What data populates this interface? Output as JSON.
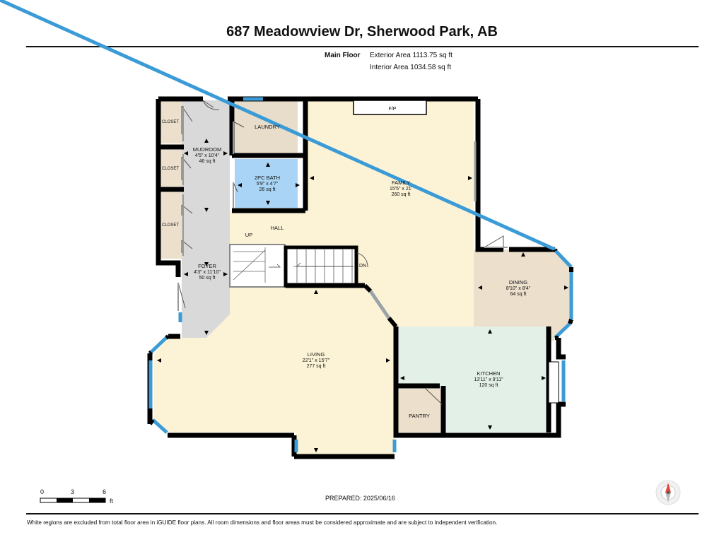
{
  "header": {
    "address": "687 Meadowview Dr, Sherwood Park, AB",
    "floor_name": "Main Floor",
    "exterior_area": "Exterior Area 1113.75 sq ft",
    "interior_area": "Interior Area 1034.58 sq ft"
  },
  "rooms": {
    "mudroom": {
      "name": "MUDROOM",
      "dims": "4'5\" x 10'4\"",
      "area": "46 sq ft"
    },
    "laundry": {
      "name": "LAUNDRY"
    },
    "bath": {
      "name": "2PC BATH",
      "dims": "5'9\" x 4'7\"",
      "area": "26 sq ft"
    },
    "family": {
      "name": "FAMILY",
      "dims": "15'5\" x 21'",
      "area": "260 sq ft"
    },
    "hall": {
      "name": "HALL"
    },
    "foyer": {
      "name": "FOYER",
      "dims": "4'3\" x 11'10\"",
      "area": "50 sq ft"
    },
    "dining": {
      "name": "DINING",
      "dims": "8'10\" x 8'4\"",
      "area": "64 sq ft"
    },
    "living": {
      "name": "LIVING",
      "dims": "22'1\" x 15'7\"",
      "area": "277 sq ft"
    },
    "kitchen": {
      "name": "KITCHEN",
      "dims": "13'11\" x 9'11\"",
      "area": "120 sq ft"
    },
    "pantry": {
      "name": "PANTRY"
    },
    "closet": {
      "name": "CLOSET"
    }
  },
  "labels": {
    "fireplace": "F/P",
    "stairs_up": "UP",
    "stairs_down": "DN"
  },
  "scale": {
    "ticks": [
      "0",
      "3",
      "6"
    ],
    "unit": "ft"
  },
  "prepared": "PREPARED: 2025/06/16",
  "disclaimer": "White regions are excluded from total floor area in iGUIDE floor plans. All room dimensions and floor areas must be considered approximate and are subject to independent verification.",
  "colors": {
    "wall": "#000000",
    "window": "#3b9bd6",
    "laundry_fill": "#e8dccb",
    "bath_fill": "#a9d4f5",
    "family_fill": "#fcf3d6",
    "mud_fill": "#d9d9d9",
    "dining_fill": "#ecdfcc",
    "kitchen_fill": "#e3f0e7",
    "pantry_fill": "#ecdfcc",
    "closet_fill": "#ecdfcc"
  }
}
